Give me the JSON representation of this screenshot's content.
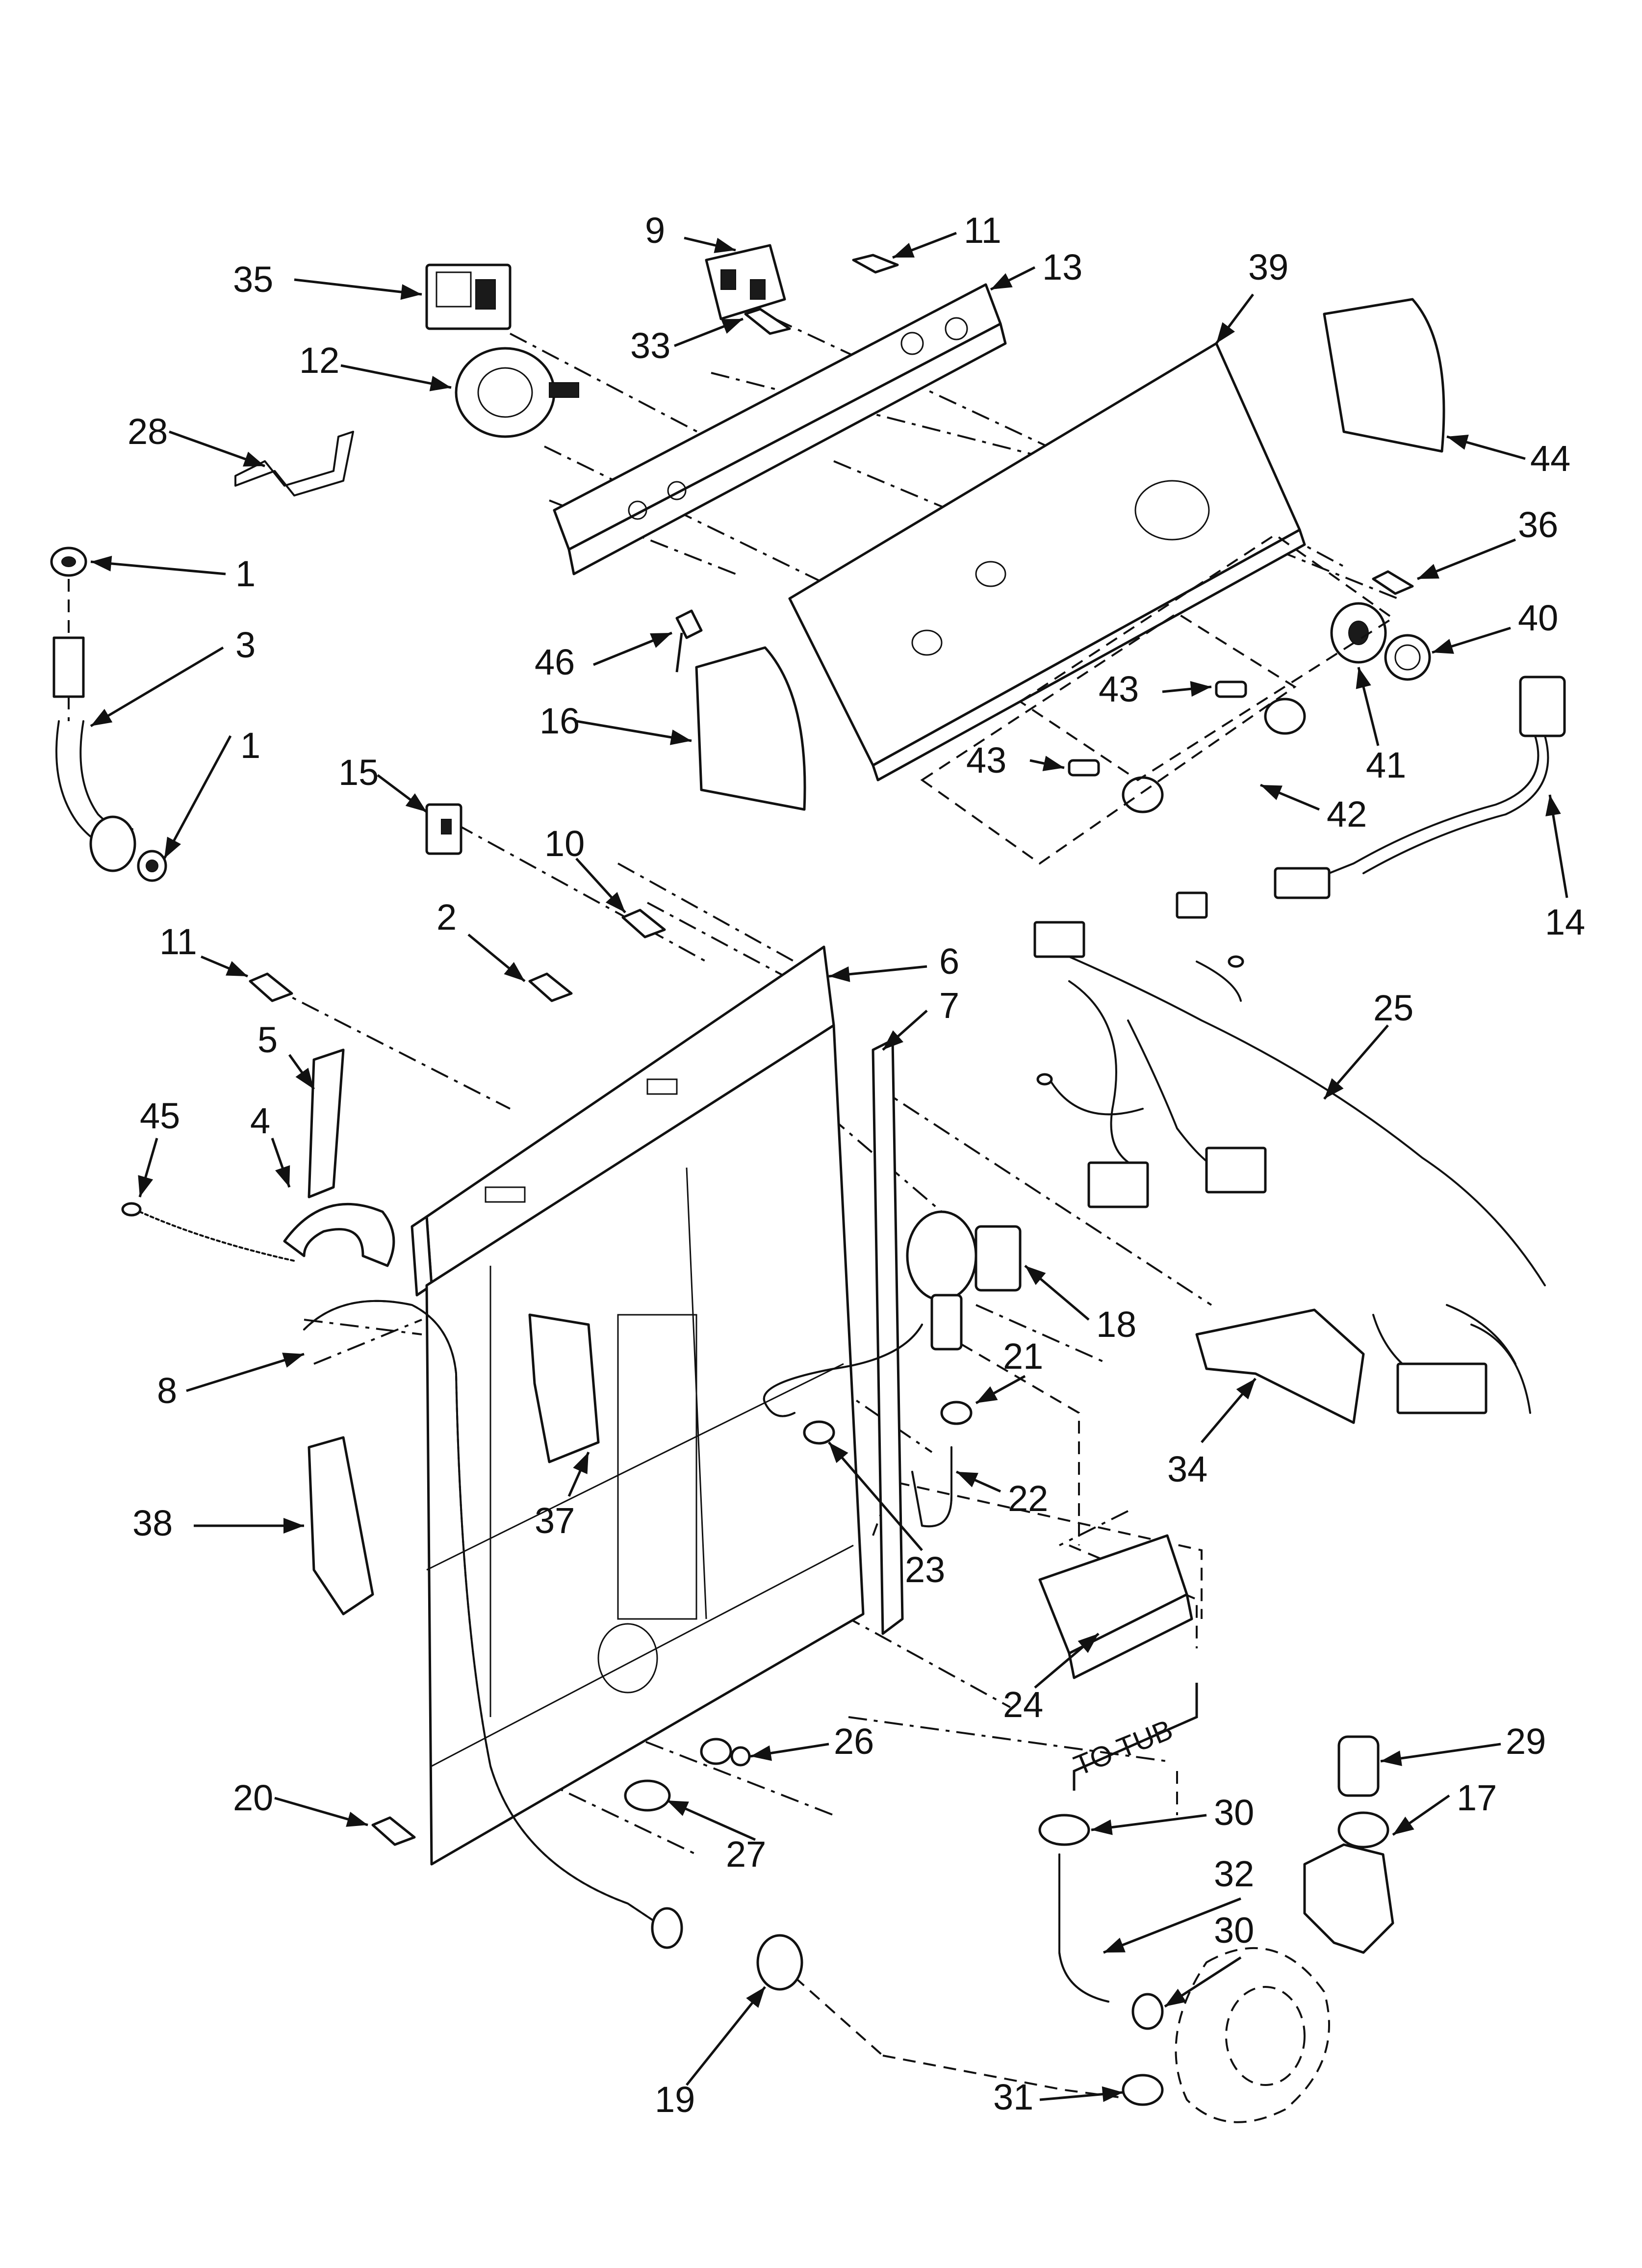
{
  "diagram": {
    "callouts": [
      {
        "id": "c1a",
        "label": "1"
      },
      {
        "id": "c1b",
        "label": "1"
      },
      {
        "id": "c2",
        "label": "2"
      },
      {
        "id": "c3",
        "label": "3"
      },
      {
        "id": "c4",
        "label": "4"
      },
      {
        "id": "c5",
        "label": "5"
      },
      {
        "id": "c6",
        "label": "6"
      },
      {
        "id": "c7",
        "label": "7"
      },
      {
        "id": "c8",
        "label": "8"
      },
      {
        "id": "c9",
        "label": "9"
      },
      {
        "id": "c10",
        "label": "10"
      },
      {
        "id": "c11a",
        "label": "11"
      },
      {
        "id": "c11b",
        "label": "11"
      },
      {
        "id": "c12",
        "label": "12"
      },
      {
        "id": "c13",
        "label": "13"
      },
      {
        "id": "c14",
        "label": "14"
      },
      {
        "id": "c15",
        "label": "15"
      },
      {
        "id": "c16",
        "label": "16"
      },
      {
        "id": "c17",
        "label": "17"
      },
      {
        "id": "c18",
        "label": "18"
      },
      {
        "id": "c19",
        "label": "19"
      },
      {
        "id": "c20",
        "label": "20"
      },
      {
        "id": "c21",
        "label": "21"
      },
      {
        "id": "c22",
        "label": "22"
      },
      {
        "id": "c23",
        "label": "23"
      },
      {
        "id": "c24",
        "label": "24"
      },
      {
        "id": "c25",
        "label": "25"
      },
      {
        "id": "c26",
        "label": "26"
      },
      {
        "id": "c27",
        "label": "27"
      },
      {
        "id": "c28",
        "label": "28"
      },
      {
        "id": "c29",
        "label": "29"
      },
      {
        "id": "c30a",
        "label": "30"
      },
      {
        "id": "c30b",
        "label": "30"
      },
      {
        "id": "c31",
        "label": "31"
      },
      {
        "id": "c32",
        "label": "32"
      },
      {
        "id": "c33",
        "label": "33"
      },
      {
        "id": "c34",
        "label": "34"
      },
      {
        "id": "c35",
        "label": "35"
      },
      {
        "id": "c36",
        "label": "36"
      },
      {
        "id": "c37",
        "label": "37"
      },
      {
        "id": "c38",
        "label": "38"
      },
      {
        "id": "c39",
        "label": "39"
      },
      {
        "id": "c40",
        "label": "40"
      },
      {
        "id": "c41",
        "label": "41"
      },
      {
        "id": "c42",
        "label": "42"
      },
      {
        "id": "c43a",
        "label": "43"
      },
      {
        "id": "c43b",
        "label": "43"
      },
      {
        "id": "c44",
        "label": "44"
      },
      {
        "id": "c45",
        "label": "45"
      },
      {
        "id": "c46",
        "label": "46"
      }
    ],
    "annotations": {
      "to_tub": "TO TUB"
    }
  }
}
